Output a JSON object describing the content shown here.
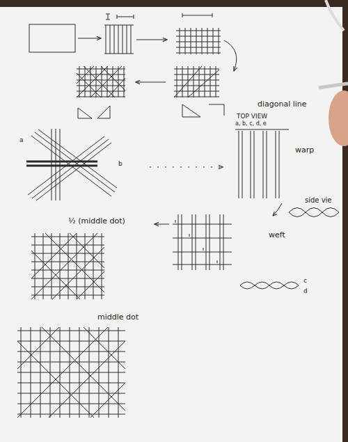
{
  "diagram": {
    "labels": [
      "diagonal line",
      "TOP VIEW",
      "a, b, c, d, e",
      "warp",
      "side vie",
      "weft",
      "c",
      "d",
      "½ (middle dot)",
      "middle dot",
      "a",
      "b"
    ]
  }
}
